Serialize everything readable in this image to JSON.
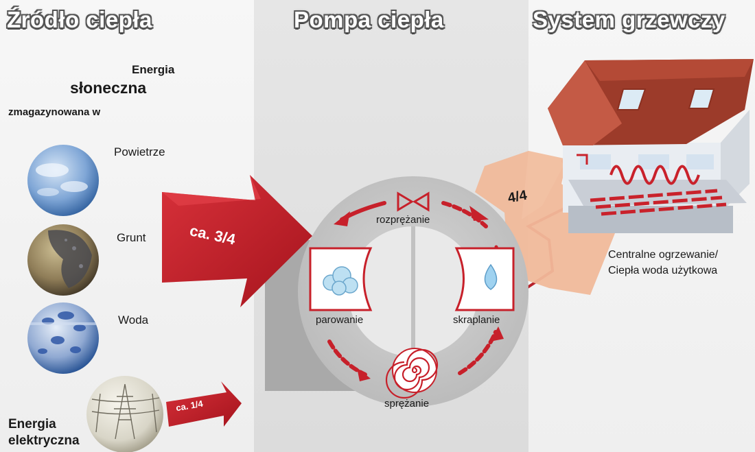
{
  "headings": {
    "source": "Źródło ciepła",
    "pump": "Pompa ciepła",
    "heating": "System grzewczy"
  },
  "energy_text": {
    "line1": "Energia",
    "line2": "słoneczna",
    "line3": "zmagazynowana w"
  },
  "sources": [
    {
      "label": "Powietrze",
      "icon": "sky-sphere-icon"
    },
    {
      "label": "Grunt",
      "icon": "soil-sphere-icon"
    },
    {
      "label": "Woda",
      "icon": "water-sphere-icon"
    }
  ],
  "electric": {
    "line1": "Energia",
    "line2": "elektryczna",
    "icon": "power-line-sphere-icon"
  },
  "arrows": {
    "main_share": "ca. 3/4",
    "electric_share": "ca. 1/4",
    "output_share": "4/4"
  },
  "cycle": {
    "expansion": "rozprężanie",
    "evaporation": "parowanie",
    "condensation": "skraplanie",
    "compression": "sprężanie"
  },
  "output_label": {
    "line1": "Centralne ogrzewanie/",
    "line2": "Ciepła woda użytkowa"
  },
  "colors": {
    "arrow_red": "#c8202a",
    "output_peach": "#f0b99a",
    "ring_gray": "#c7c7c7",
    "roof": "#a8412f"
  }
}
